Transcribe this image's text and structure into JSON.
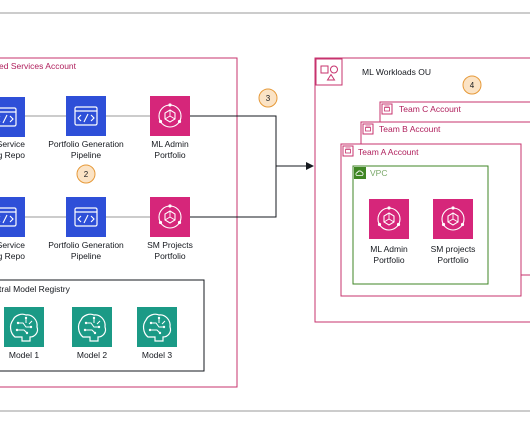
{
  "colors": {
    "pink": "#c7336e",
    "pink_text": "#b0205d",
    "magenta_tile": "#d6267a",
    "blue_tile": "#2e4fd8",
    "teal_tile": "#1b9a86",
    "green_vpc": "#3f8624",
    "badge_fill": "#fbe3c5",
    "badge_stroke": "#e69a3a",
    "line_gray": "#999999",
    "arrow": "#16191f"
  },
  "shared_account": {
    "title": "ed Services Account",
    "row1": {
      "service_repo": [
        "Service",
        "g Repo"
      ],
      "pipeline": [
        "Portfolio Generation",
        "Pipeline"
      ],
      "portfolio": [
        "ML Admin",
        "Portfolio"
      ]
    },
    "row2": {
      "service_repo": [
        "Service",
        "g Repo"
      ],
      "pipeline": [
        "Portfolio Generation",
        "Pipeline"
      ],
      "portfolio": [
        "SM Projects",
        "Portfolio"
      ]
    },
    "registry": {
      "title": "tral Model Registry",
      "models": [
        "Model 1",
        "Model 2",
        "Model 3"
      ]
    }
  },
  "badges": {
    "b2": "2",
    "b3": "3",
    "b4": "4"
  },
  "workloads": {
    "ou_title": "ML Workloads OU",
    "team_c": "Team C Account",
    "team_b": "Team B Account",
    "team_a": "Team A Account",
    "vpc": "VPC",
    "ml_admin": [
      "ML Admin",
      "Portfolio"
    ],
    "sm_projects": [
      "SM projects",
      "Portfolio"
    ]
  }
}
